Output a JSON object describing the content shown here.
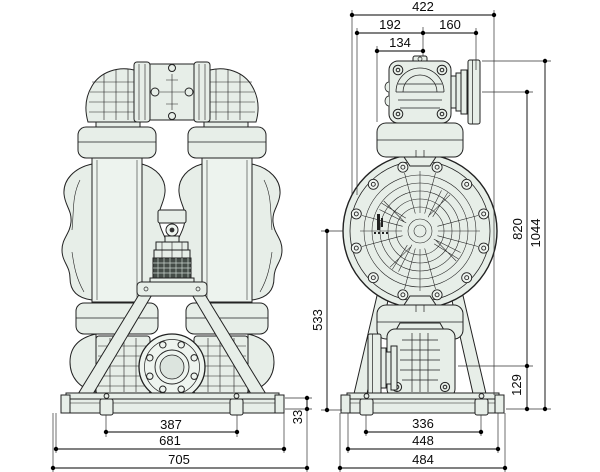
{
  "drawing_type": "dual-view diaphragm pump dimensional drawing",
  "colors": {
    "background": "#ffffff",
    "body_fill": "#e7eee8",
    "body_fill_light": "#eef4ef",
    "outline": "#222222",
    "dimension_line": "#000000",
    "muffler_dark": "#454d48"
  },
  "dimensions": {
    "top_overall": "422",
    "top_left": "192",
    "top_right": "160",
    "top_inner": "134",
    "right_mid_height": "820",
    "right_overall_height": "1044",
    "right_lower": "129",
    "side_center_height": "533",
    "base_height": "33",
    "front_feet_spacing": "387",
    "front_base_width": "681",
    "front_overall_width": "705",
    "side_feet_spacing": "336",
    "side_base_width": "448",
    "side_overall_width": "484"
  }
}
